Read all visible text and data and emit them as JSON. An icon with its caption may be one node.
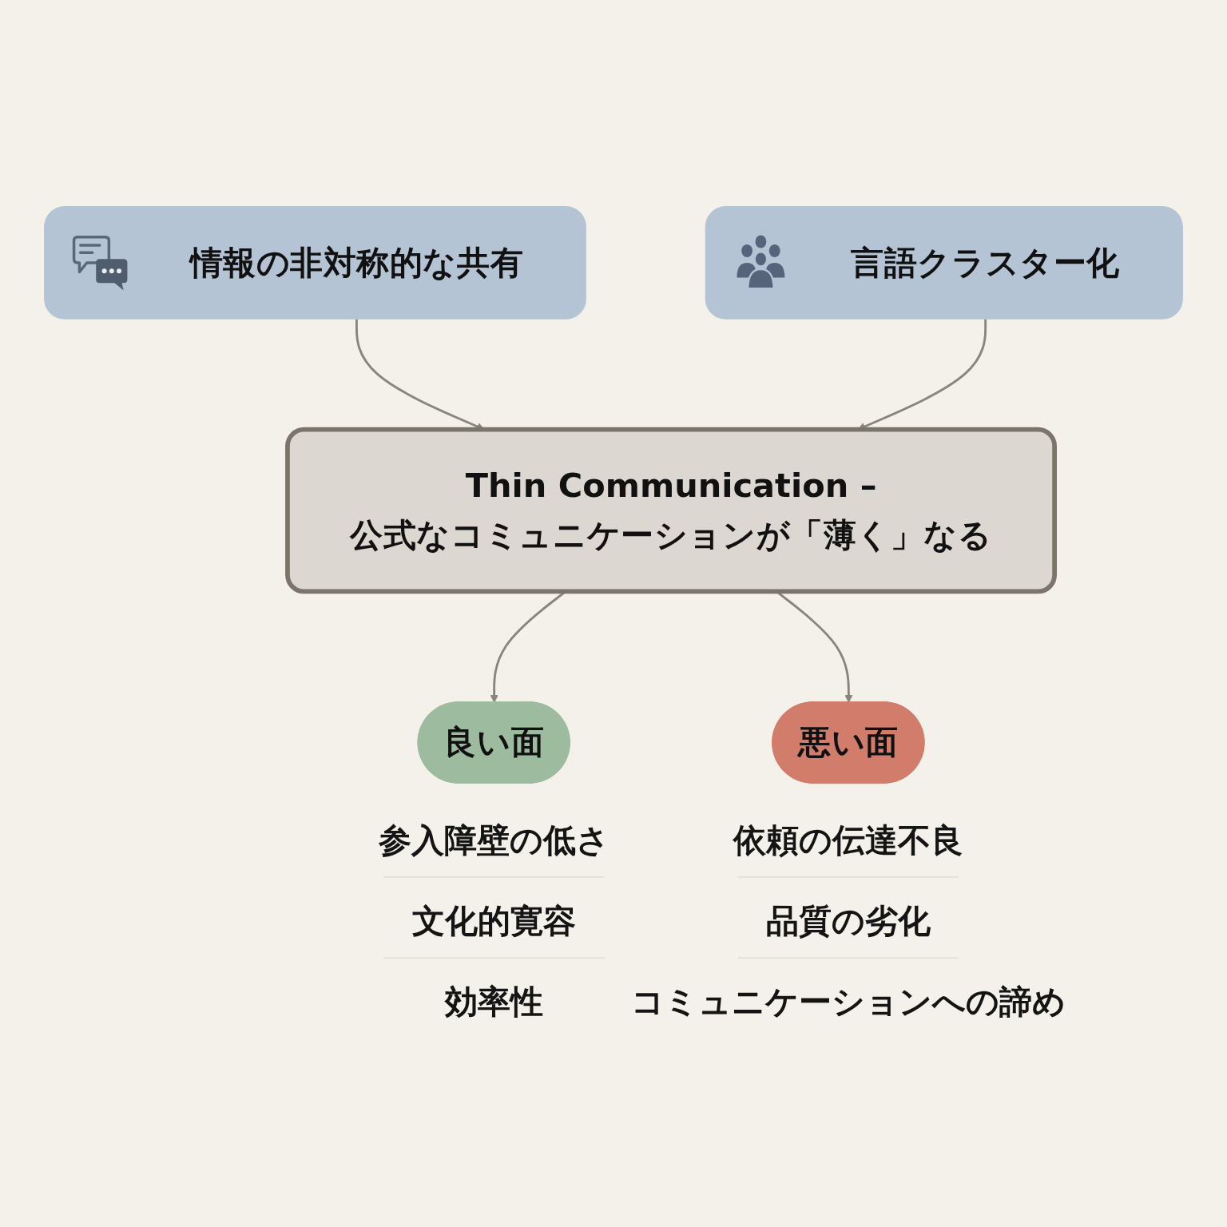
{
  "diagram": {
    "nodes": [
      {
        "text": [
          "情報の非対称的な共有"
        ]
      },
      {
        "text": [
          "言語クラスター化"
        ]
      },
      {
        "text": [
          "Thin Communication –",
          "公式なコミュニケーションが「薄く」なる"
        ]
      },
      {
        "text": [
          "良い面"
        ],
        "beside": [
          "参入障壁の低さ",
          "文化的寛容",
          "効率性"
        ]
      },
      {
        "text": [
          "悪い面"
        ],
        "beside": [
          "依頼の伝達不良",
          "品質の劣化",
          "コミュニケーションへの諦め"
        ]
      }
    ],
    "edges": [
      {
        "from": 0,
        "to": 2,
        "arrow": "to"
      },
      {
        "from": 1,
        "to": 2,
        "arrow": "to"
      },
      {
        "from": 2,
        "to": 3,
        "arrow": "to"
      },
      {
        "from": 2,
        "to": 4,
        "arrow": "to"
      }
    ]
  }
}
